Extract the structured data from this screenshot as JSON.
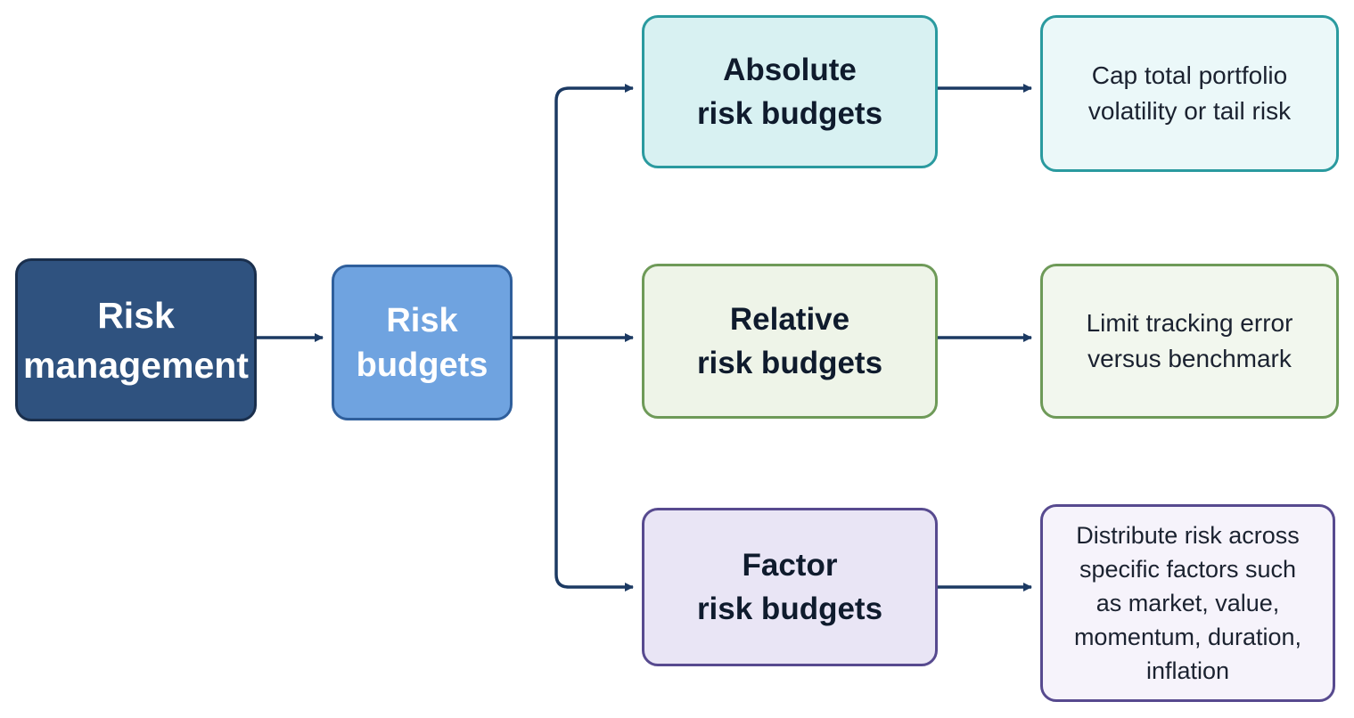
{
  "diagram": {
    "root": {
      "label": "Risk\nmanagement"
    },
    "hub": {
      "label": "Risk\nbudgets"
    },
    "branches": [
      {
        "title": "Absolute\nrisk budgets",
        "description": "Cap total portfolio\nvolatility or tail risk"
      },
      {
        "title": "Relative\nrisk budgets",
        "description": "Limit tracking error\nversus benchmark"
      },
      {
        "title": "Factor\nrisk budgets",
        "description": "Distribute risk across\nspecific factors such\nas market, value,\nmomentum, duration,\ninflation"
      }
    ]
  },
  "colors": {
    "connector": "#1c3a63",
    "root_fill": "#2f527f",
    "hub_fill": "#6fa3e0",
    "absolute_accent": "#2a9a9f",
    "relative_accent": "#6e9a58",
    "factor_accent": "#574a8f"
  }
}
